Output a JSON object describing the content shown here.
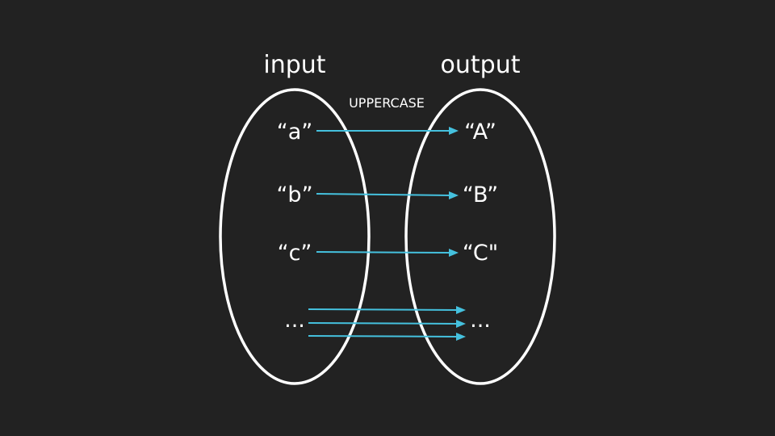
{
  "diagram": {
    "input_label": "input",
    "output_label": "output",
    "function_label": "UPPERCASE",
    "inputs": [
      "“a”",
      "“b”",
      "“c”",
      "..."
    ],
    "outputs": [
      "“A”",
      "“B”",
      "“C\"",
      "..."
    ],
    "colors": {
      "background": "#222222",
      "set_outline": "#ffffff",
      "arrow": "#45c1de",
      "text": "#ffffff"
    }
  }
}
